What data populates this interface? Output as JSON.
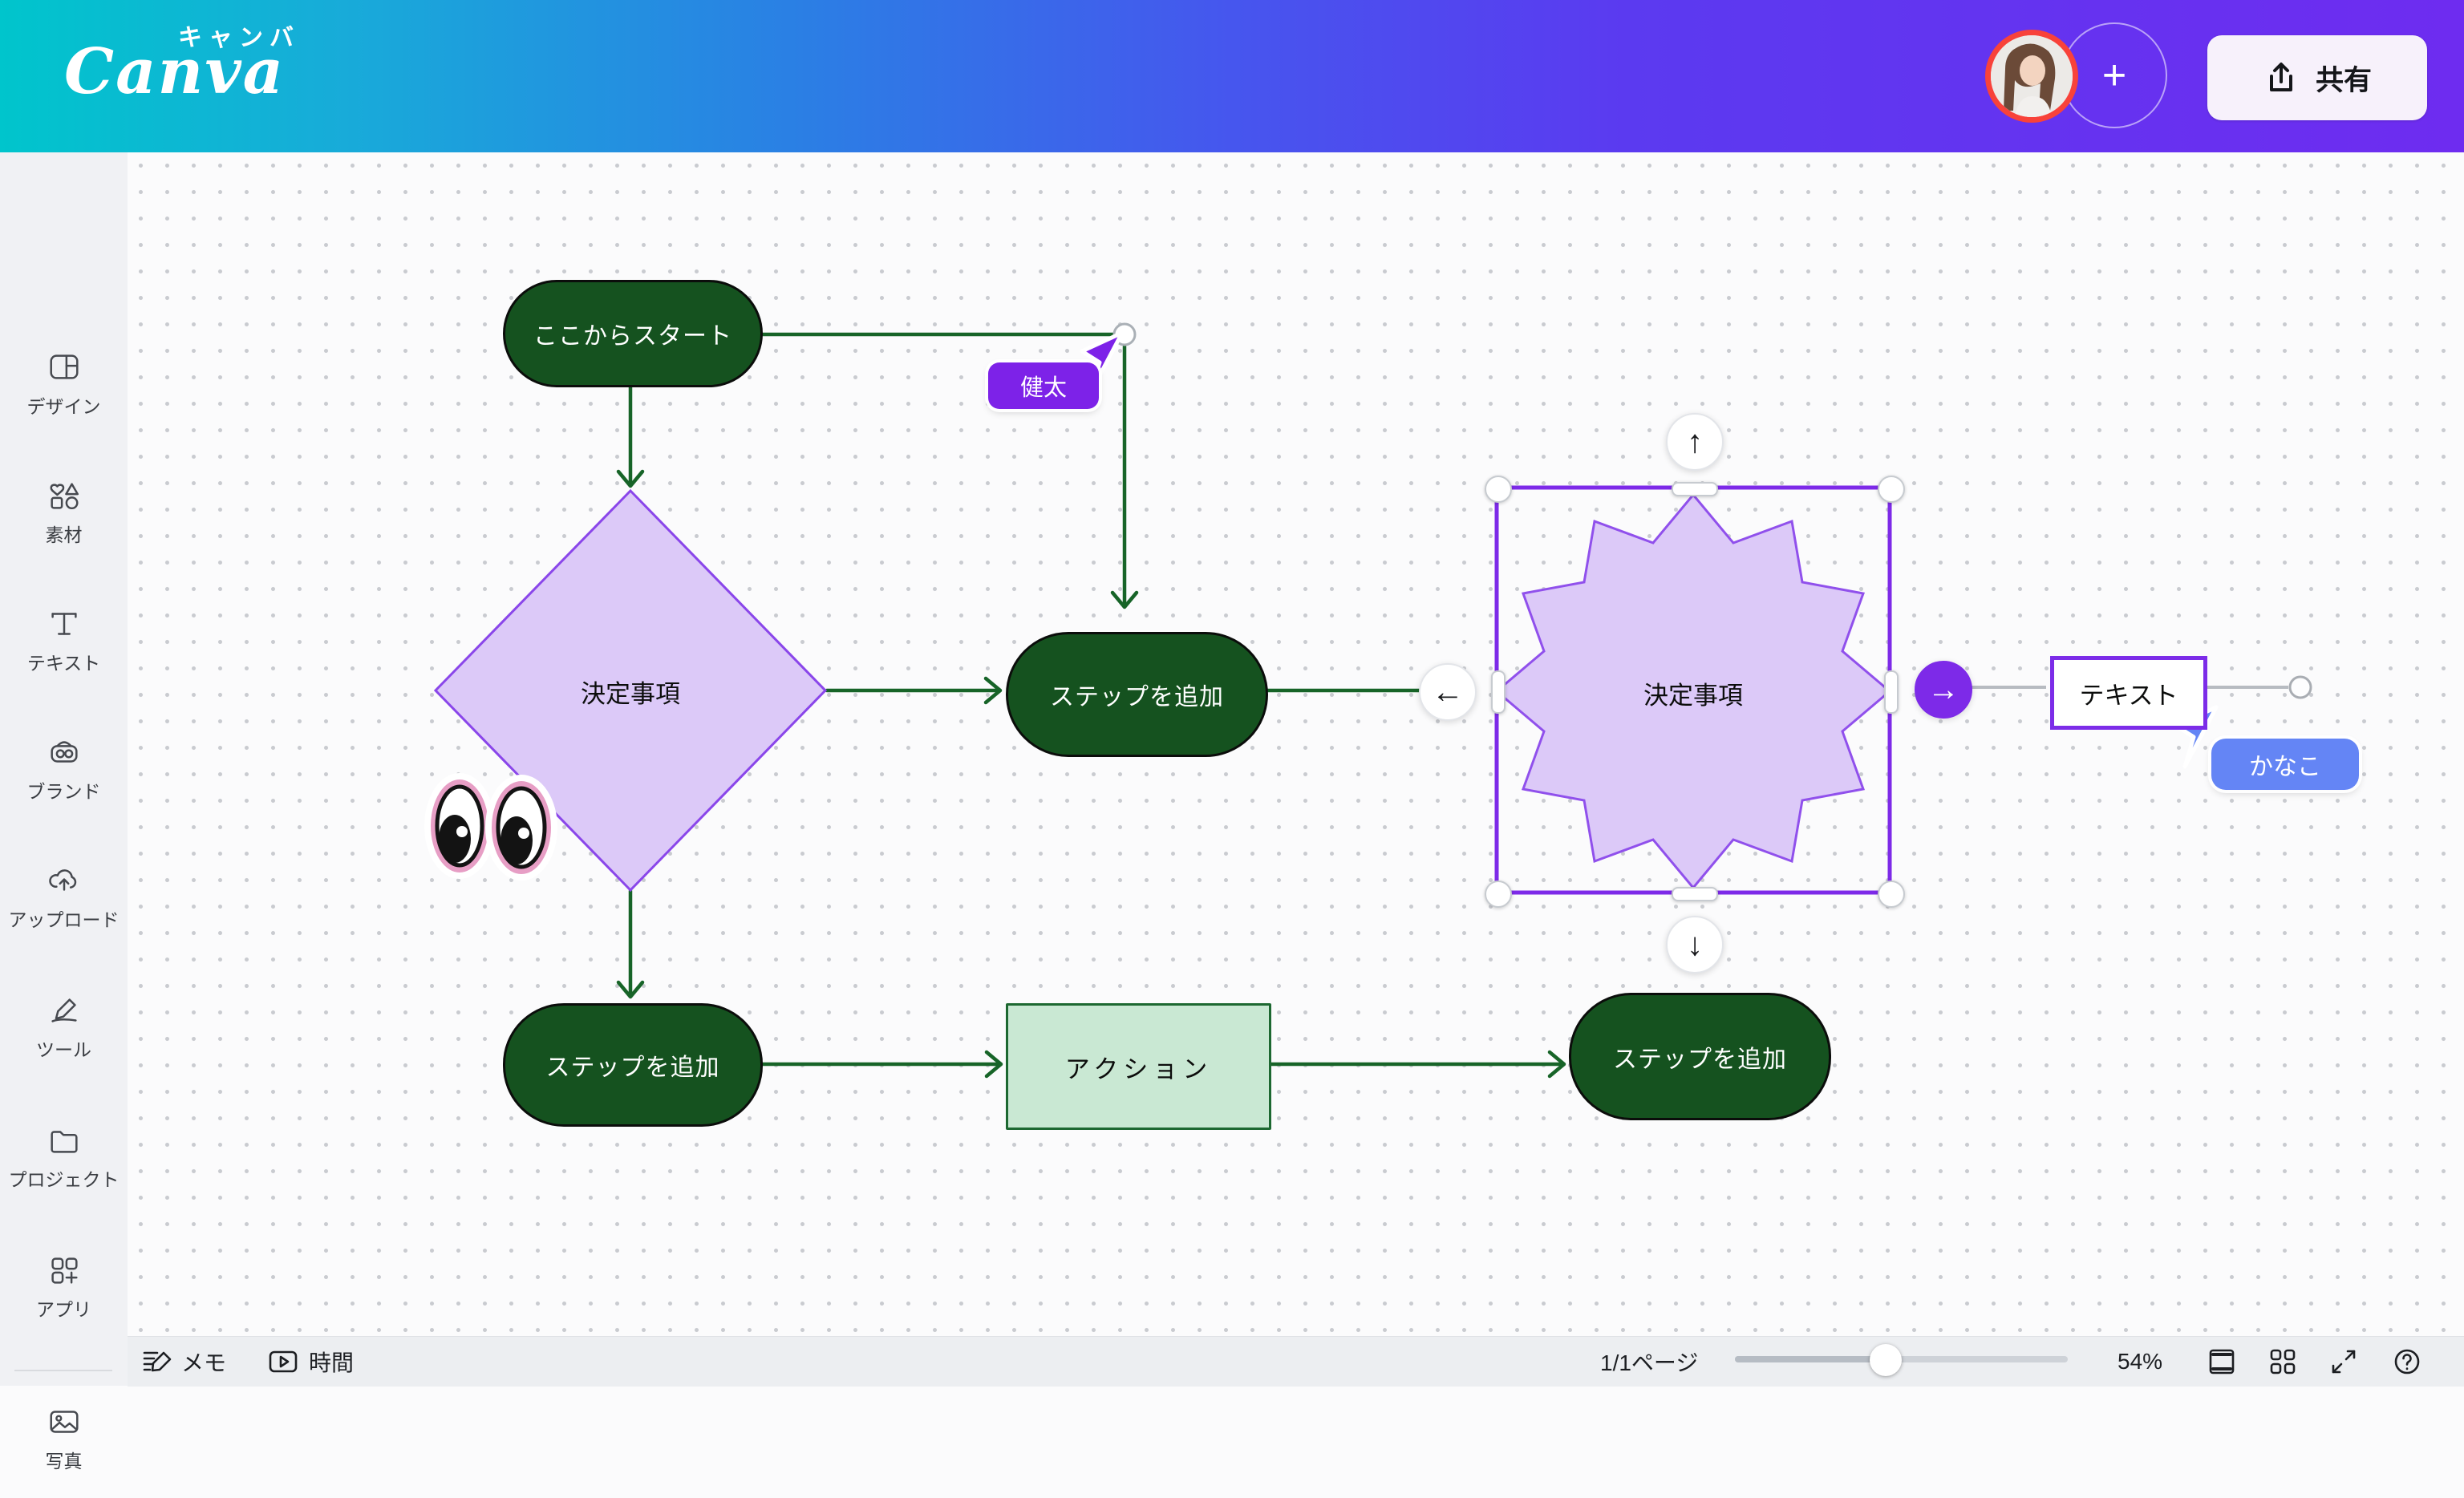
{
  "header": {
    "brand_furigana": "キャンバ",
    "brand": "Canva",
    "plus": "+",
    "share": "共有"
  },
  "sidebar": {
    "items": [
      {
        "icon": "design-icon",
        "label": "デザイン"
      },
      {
        "icon": "elements-icon",
        "label": "素材"
      },
      {
        "icon": "text-icon",
        "label": "テキスト"
      },
      {
        "icon": "brand-icon",
        "label": "ブランド"
      },
      {
        "icon": "uploads-icon",
        "label": "アップロード"
      },
      {
        "icon": "tools-icon",
        "label": "ツール"
      },
      {
        "icon": "projects-icon",
        "label": "プロジェクト"
      },
      {
        "icon": "apps-icon",
        "label": "アプリ"
      },
      {
        "icon": "photos-icon",
        "label": "写真"
      }
    ]
  },
  "flowchart": {
    "nodes": {
      "start": "ここからスタート",
      "decision_diamond": "決定事項",
      "add_step_mid": "ステップを追加",
      "decision_star": "決定事項",
      "text_box": "テキスト",
      "add_step_bottom_left": "ステップを追加",
      "action": "アクション",
      "add_step_bottom_right": "ステップを追加"
    },
    "buttons": {
      "up": "↑",
      "down": "↓",
      "left": "←",
      "right": "→"
    },
    "cursors": [
      {
        "name": "健太",
        "color": "#7d22e8"
      },
      {
        "name": "かなこ",
        "color": "#6485f5"
      }
    ]
  },
  "bottom_bar": {
    "notes": "メモ",
    "timer": "時間",
    "page_indicator": "1/1ページ",
    "zoom_percent": "54%"
  },
  "colors": {
    "brand_gradient_left": "#00c5cc",
    "brand_gradient_right": "#6e2cf0",
    "node_green": "#15521f",
    "connector_green": "#176428",
    "action_fill": "#c9e8d3",
    "shape_purple_fill": "#dcc9f8",
    "shape_purple_stroke": "#8a46ea",
    "selection_purple": "#7d2ae8",
    "cursor_purple": "#7d22e8",
    "cursor_blue": "#6485f5",
    "avatar_ring": "#f8423a"
  }
}
